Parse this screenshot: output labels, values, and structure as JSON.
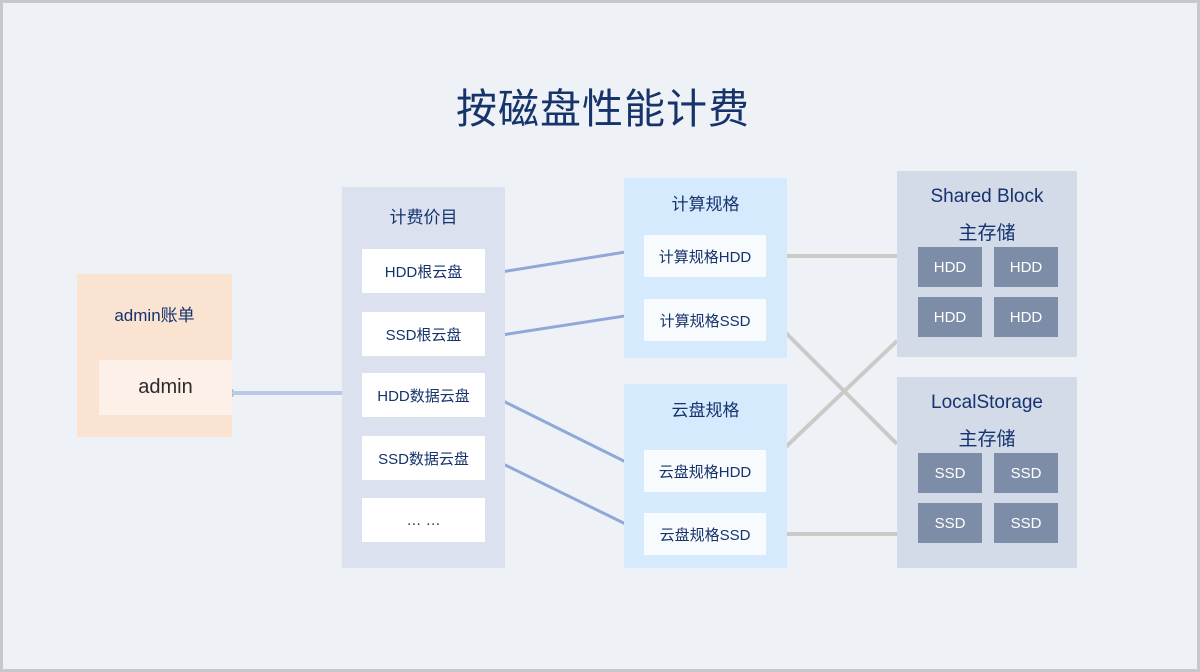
{
  "page": {
    "title": "按磁盘性能计费",
    "background_color": "#eef2f6",
    "border_color": "#c6c8cc",
    "title_color": "#16336b"
  },
  "panels": {
    "admin_bill": {
      "title": "admin账单",
      "background_color": "#fbe3d2",
      "item": "admin"
    },
    "pricing": {
      "title": "计费价目",
      "background_color": "#dbe1ee",
      "items": [
        "HDD根云盘",
        "SSD根云盘",
        "HDD数据云盘",
        "SSD数据云盘",
        "… …"
      ]
    },
    "compute_spec": {
      "title": "计算规格",
      "background_color": "#d6eafd",
      "items": [
        "计算规格HDD",
        "计算规格SSD"
      ]
    },
    "volume_spec": {
      "title": "云盘规格",
      "background_color": "#d6eafd",
      "items": [
        "云盘规格HDD",
        "云盘规格SSD"
      ]
    },
    "shared_block": {
      "title_line1": "Shared Block",
      "title_line2": "主存储",
      "background_color": "#d3dae8",
      "disks": [
        "HDD",
        "HDD",
        "HDD",
        "HDD"
      ],
      "disk_color": "#7d8da8"
    },
    "local_storage": {
      "title_line1": "LocalStorage",
      "title_line2": "主存储",
      "background_color": "#d3dae8",
      "disks": [
        "SSD",
        "SSD",
        "SSD",
        "SSD"
      ],
      "disk_color": "#7d8da8"
    }
  },
  "connectors": {
    "blue_color": "#8fa8d8",
    "gray_color": "#cccac7",
    "flows": [
      "计费价目 → admin",
      "计算规格HDD → HDD根云盘",
      "计算规格SSD → SSD根云盘",
      "云盘规格HDD → HDD数据云盘",
      "云盘规格SSD → SSD数据云盘",
      "Shared Block → 计算规格HDD",
      "Shared Block → 云盘规格HDD",
      "LocalStorage → 计算规格SSD",
      "LocalStorage → 云盘规格SSD"
    ]
  }
}
